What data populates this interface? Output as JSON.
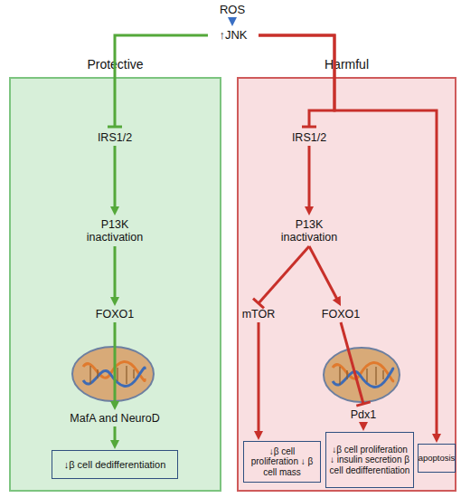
{
  "diagram": {
    "nodes": [
      {
        "text": [
          "ROS"
        ]
      },
      {
        "text": [
          "↑JNK"
        ]
      },
      {
        "text": [
          "Protective"
        ]
      },
      {
        "text": [
          "IRS1/2"
        ],
        "in": 2
      },
      {
        "text": [
          "P13K inactivation"
        ],
        "in": 2
      },
      {
        "text": [
          "FOXO1"
        ],
        "in": 2
      },
      {
        "text": [
          "MafA and NeuroD"
        ],
        "in": 2
      },
      {
        "text": [
          "↓β cell dedifferentiation"
        ],
        "in": 2
      },
      {
        "text": [
          "Harmful"
        ]
      },
      {
        "text": [
          "IRS1/2"
        ],
        "in": 8
      },
      {
        "text": [
          "P13K inactivation"
        ],
        "in": 8
      },
      {
        "text": [
          "mTOR"
        ],
        "in": 8
      },
      {
        "text": [
          "FOXO1"
        ],
        "in": 8
      },
      {
        "text": [
          "Pdx1"
        ],
        "in": 8
      },
      {
        "text": [
          "↓β cell proliferation ↓ β cell mass"
        ],
        "in": 8
      },
      {
        "text": [
          "↓β cell proliferation ↓ insulin secretion β cell dedifferentiation"
        ],
        "in": 8
      },
      {
        "text": [
          "apoptosis"
        ],
        "in": 8
      }
    ],
    "edges": [
      {
        "from": 0,
        "to": 1,
        "arrow": "to"
      },
      {
        "from": 1,
        "to": 3,
        "arrow": "to"
      },
      {
        "from": 1,
        "to": 9,
        "arrow": "to"
      },
      {
        "from": 1,
        "to": 16,
        "arrow": "to"
      },
      {
        "from": 3,
        "to": 4,
        "arrow": "to"
      },
      {
        "from": 4,
        "to": 5,
        "arrow": "to"
      },
      {
        "from": 5,
        "to": 6,
        "arrow": "to"
      },
      {
        "from": 6,
        "to": 7,
        "arrow": "to"
      },
      {
        "from": 9,
        "to": 10,
        "arrow": "to"
      },
      {
        "from": 10,
        "to": 11,
        "arrow": "to"
      },
      {
        "from": 10,
        "to": 12,
        "arrow": "to"
      },
      {
        "from": 11,
        "to": 14,
        "arrow": "to"
      },
      {
        "from": 12,
        "to": 13,
        "arrow": "to"
      },
      {
        "from": 13,
        "to": 15,
        "arrow": "to"
      }
    ]
  }
}
